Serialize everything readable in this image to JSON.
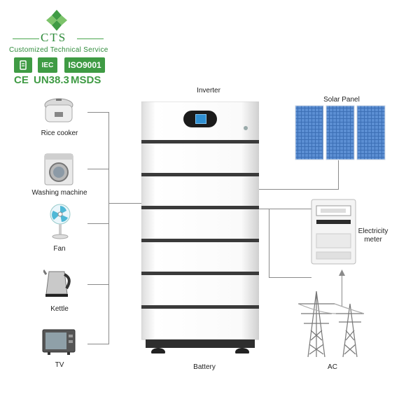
{
  "brand": {
    "title": "CTS",
    "subtitle": "Customized Technical Service",
    "badge_iec": "IEC",
    "badge_iso": "ISO9001",
    "cert_ce": "CE",
    "cert_un": "UN38.3",
    "cert_msds": "MSDS",
    "color": "#3f9b44"
  },
  "labels": {
    "inverter": "Inverter",
    "battery": "Battery",
    "solar_panel": "Solar Panel",
    "meter": "Electricity\nmeter",
    "ac": "AC"
  },
  "appliances": [
    {
      "label": "Rice cooker"
    },
    {
      "label": "Washing machine"
    },
    {
      "label": "Fan"
    },
    {
      "label": "Kettle"
    },
    {
      "label": "TV"
    }
  ]
}
